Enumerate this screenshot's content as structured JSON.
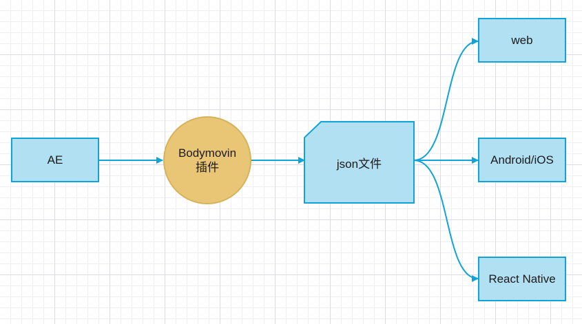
{
  "diagram": {
    "nodes": {
      "ae": {
        "label": "AE"
      },
      "plugin": {
        "line1": "Bodymovin",
        "line2": "插件"
      },
      "json": {
        "label": "json文件"
      },
      "web": {
        "label": "web"
      },
      "native": {
        "label": "Android/iOS"
      },
      "react": {
        "label": "React Native"
      }
    },
    "edges": [
      {
        "from": "AE",
        "to": "Bodymovin 插件"
      },
      {
        "from": "Bodymovin 插件",
        "to": "json文件"
      },
      {
        "from": "json文件",
        "to": "web"
      },
      {
        "from": "json文件",
        "to": "Android/iOS"
      },
      {
        "from": "json文件",
        "to": "React Native"
      }
    ],
    "colors": {
      "box_fill": "#b1e0f3",
      "box_stroke": "#10a3d6",
      "circle_fill": "#e8c675",
      "circle_stroke": "#d5b35b",
      "arrow": "#10a3d6"
    }
  }
}
